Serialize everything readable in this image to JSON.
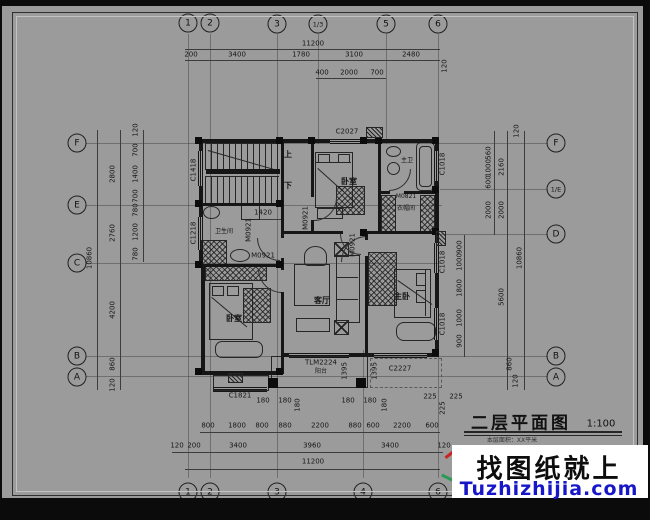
{
  "axes": {
    "top": [
      "1",
      "2",
      "3",
      "1/3",
      "5",
      "6"
    ],
    "bottom": [
      "1",
      "2",
      "3",
      "4",
      "6"
    ],
    "left": [
      "F",
      "E",
      "C",
      "B",
      "A"
    ],
    "right": [
      "F",
      "1/E",
      "D",
      "B",
      "A"
    ]
  },
  "dims": {
    "top_total": "11200",
    "top_row": [
      "200",
      "3400",
      "1780",
      "3100",
      "2480"
    ],
    "top_sub": [
      "400",
      "2000",
      "700"
    ],
    "top_120": "120",
    "bottom_total": "11200",
    "bottom_row": [
      "120",
      "200",
      "3400",
      "3960",
      "3400",
      "120"
    ],
    "bottom_sub": [
      "800",
      "1800",
      "800",
      "880",
      "2200",
      "880",
      "600",
      "2200",
      "600"
    ],
    "d180": "180",
    "d225": "225",
    "left_total": "10860",
    "left_mid": [
      "2800",
      "2760",
      "4200",
      "860"
    ],
    "left_sub": [
      "120",
      "700",
      "1400",
      "700",
      "780",
      "1200",
      "780"
    ],
    "left_120b": "120",
    "right_total": "10860",
    "right_mid": [
      "2160",
      "2000",
      "5600",
      "860",
      "120"
    ],
    "right_sub_top": [
      "120",
      "560",
      "1000",
      "600",
      "2000"
    ],
    "right_sub_bot": [
      "900",
      "1000",
      "1800",
      "1000",
      "900"
    ],
    "hall": "1420",
    "balcony_depth": "1395"
  },
  "openings": {
    "c1418": "C1418",
    "c1218": "C1218",
    "c1821": "C1821",
    "c2027": "C2027",
    "c1018": "C1018",
    "c2227": "C2227",
    "m0921": "M0921",
    "m0821": "M0821",
    "tlm2224": "TLM2224"
  },
  "rooms": {
    "stair_up": "上",
    "stair_down": "下",
    "bathroom": "卫生间",
    "bedroom_top": "卧室",
    "master_bath": "主卫",
    "closet": "衣帽间",
    "living": "客厅",
    "master": "主卧",
    "bedroom_bottom": "卧室",
    "balcony": "阳台"
  },
  "titleblock": {
    "title": "二层平面图",
    "scale": "1:100",
    "area_note": "本层面积：XX平米"
  },
  "watermark": {
    "line1": "找图纸就上",
    "line2": "Tuzhizhijia.com"
  }
}
